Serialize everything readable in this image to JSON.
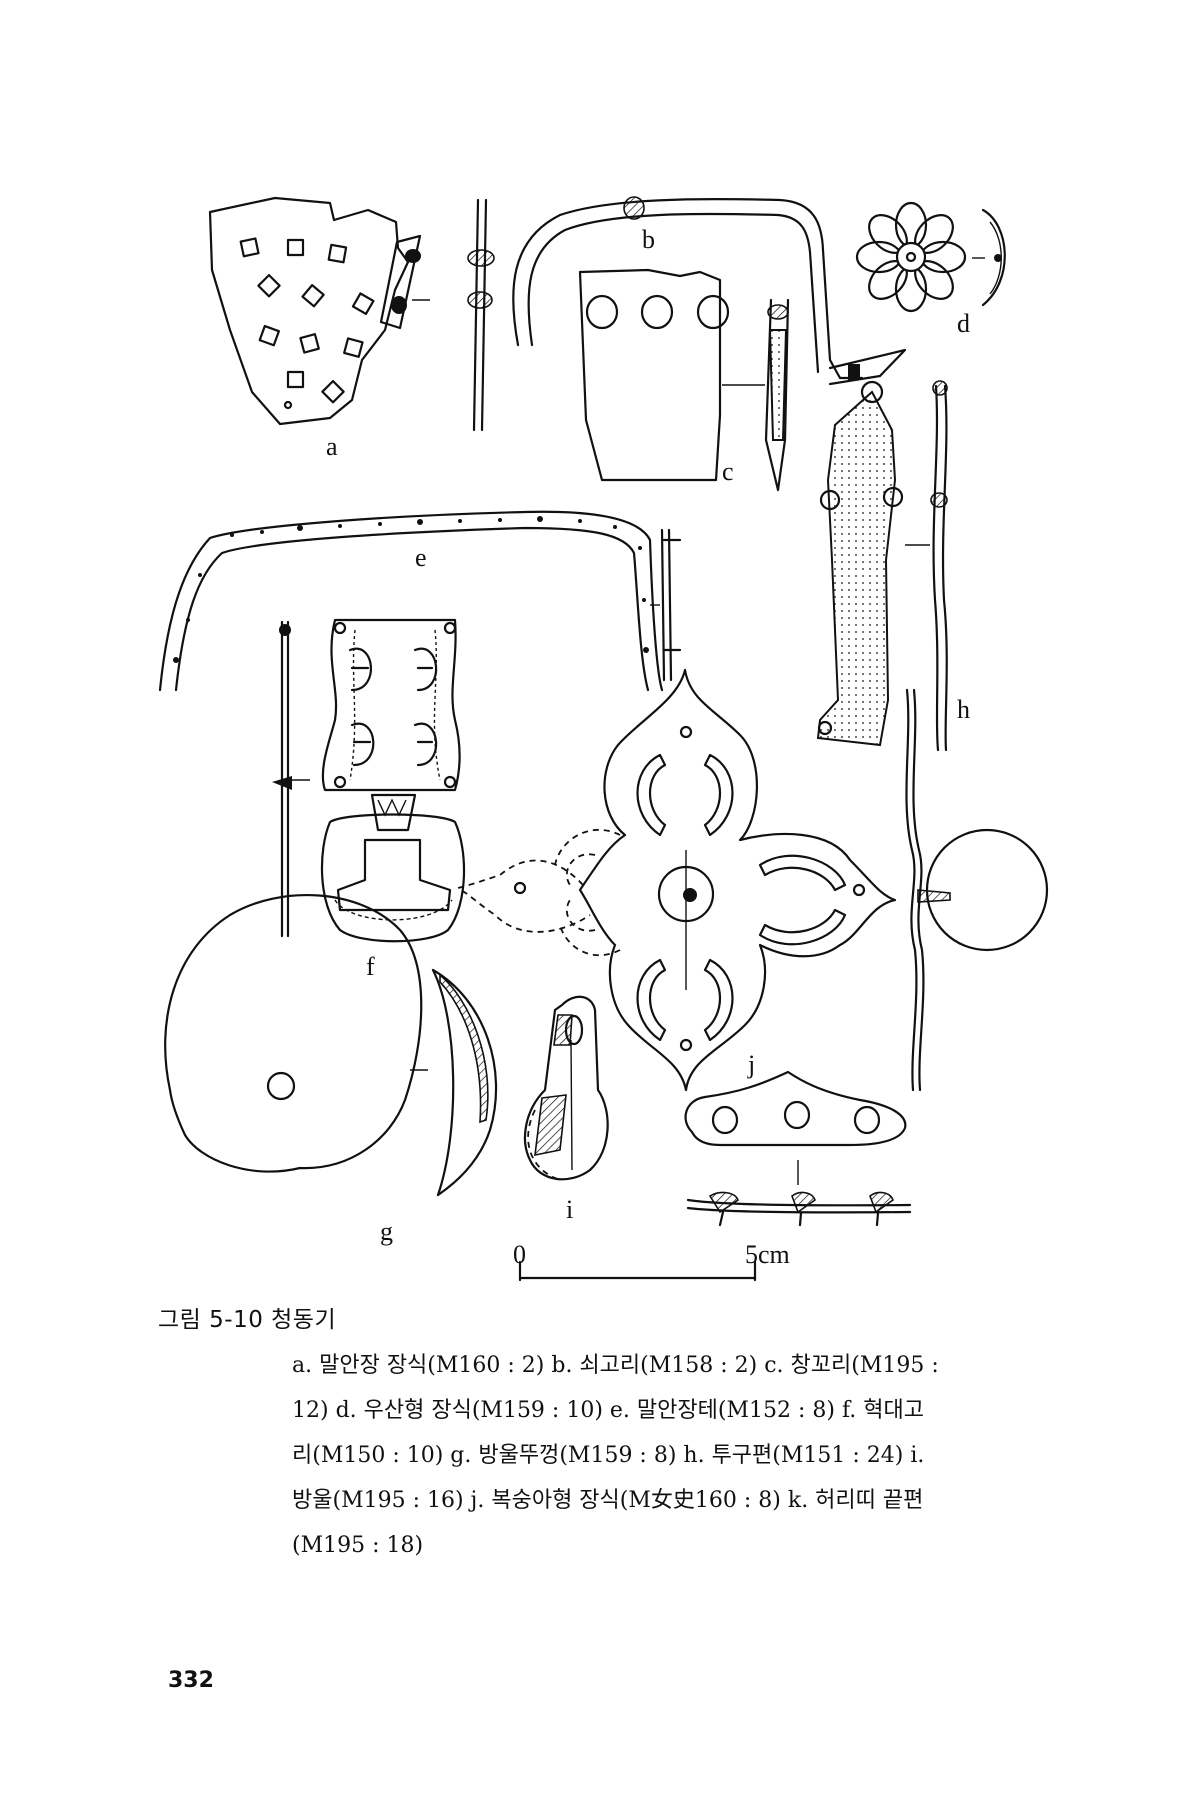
{
  "figure": {
    "labels": {
      "a": "a",
      "b": "b",
      "c": "c",
      "d": "d",
      "e": "e",
      "f": "f",
      "g": "g",
      "h": "h",
      "i": "i",
      "j": "j"
    },
    "scale": {
      "zero": "0",
      "end": "5cm"
    }
  },
  "caption": {
    "title": "그림 5-10  청동기",
    "lines": [
      "a. 말안장 장식(M160 : 2)  b. 쇠고리(M158 : 2)  c. 창꼬리(M195 :",
      "12)  d. 우산형 장식(M159 : 10)  e. 말안장테(M152 : 8)  f. 혁대고",
      "리(M150 : 10)  g. 방울뚜껑(M159 : 8)  h. 투구편(M151 : 24)  i.",
      "방울(M195 : 16)  j. 복숭아형 장식(M女史160 : 8)  k. 허리띠 끝편",
      "(M195 : 18)"
    ]
  },
  "page_number": "332"
}
